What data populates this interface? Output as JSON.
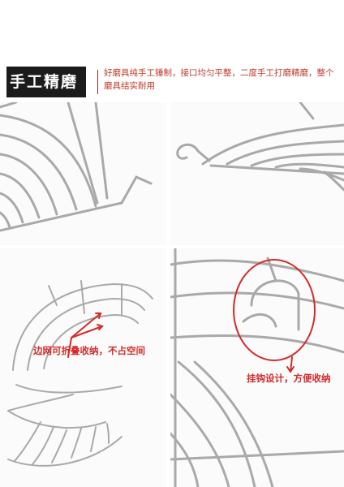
{
  "banner": {
    "title": "手工精磨",
    "description": "好磨具纯手工锤制，接口均匀平整，二度手工打磨精磨，整个磨具结实耐用"
  },
  "captions": {
    "fold": "边网可折叠收纳，不占空间",
    "hook": "挂钩设计，方便收纳"
  },
  "colors": {
    "accent_red": "#d42a2a",
    "title_bg": "#1b1b1b",
    "wire": "#a9a9a9"
  }
}
